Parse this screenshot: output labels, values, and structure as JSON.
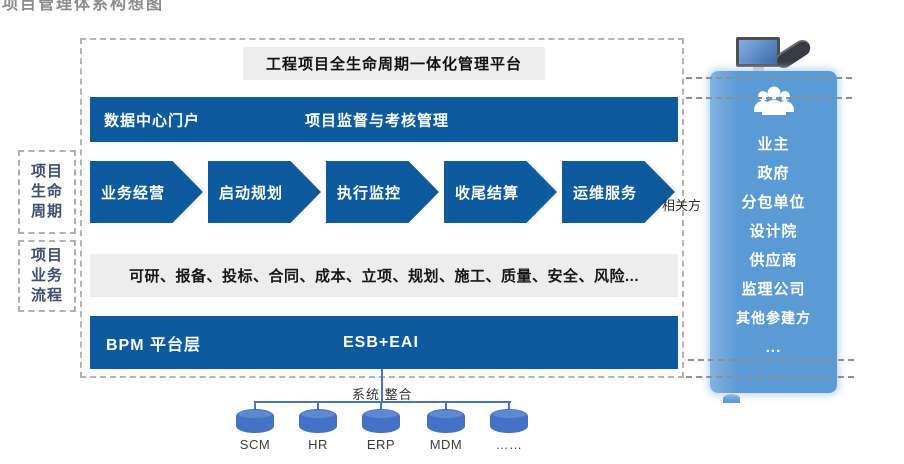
{
  "page": {
    "caption": "项目管理体系构想图"
  },
  "platform": {
    "title": "工程项目全生命周期一体化管理平台",
    "portal_left": "数据中心门户",
    "portal_center": "项目监督与考核管理",
    "stages": [
      "业务经营",
      "启动规划",
      "执行监控",
      "收尾结算",
      "运维服务"
    ],
    "process_row": "可研、报备、投标、合同、成本、立项、规划、施工、质量、安全、风险...",
    "bpm_left": "BPM  平台层",
    "bpm_center": "ESB+EAI"
  },
  "side_labels": {
    "lifecycle": "项目\n生命\n周期",
    "process": "项目\n业务\n流程"
  },
  "stakeholders": {
    "label": "相关方",
    "items": [
      "业主",
      "政府",
      "分包单位",
      "设计院",
      "供应商",
      "监理公司",
      "其他参建方",
      "..."
    ]
  },
  "integration": {
    "label": "系统 整合",
    "systems": [
      "SCM",
      "HR",
      "ERP",
      "MDM",
      "……"
    ]
  },
  "icons": {
    "desktop": "desktop-computer-icon",
    "phone": "smartphone-icon",
    "group": "people-group-icon",
    "database": "database-cylinder-icon"
  },
  "colors": {
    "primary_blue": "#0d5a9e",
    "panel_blue": "#5b9bd5",
    "connector_blue": "#4472c4",
    "light_gray": "#ededed"
  }
}
